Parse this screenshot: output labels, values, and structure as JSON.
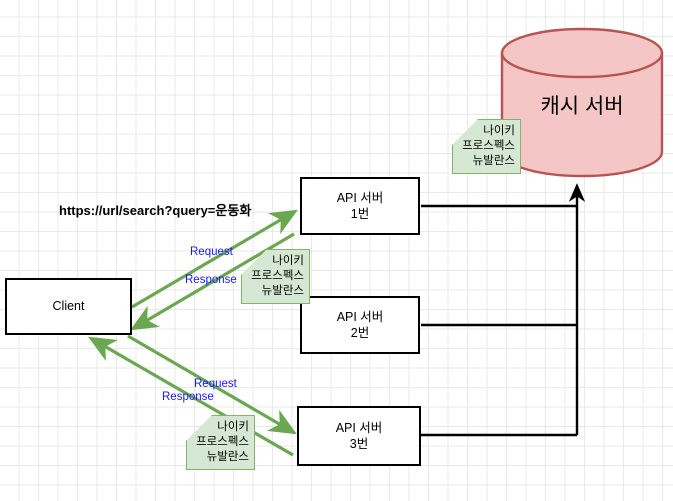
{
  "diagram": {
    "title_text": "캐시 서버",
    "url_label": "https://url/search?query=운동화",
    "nodes": {
      "client": {
        "label": "Client"
      },
      "api1": {
        "line1": "API 서버",
        "line2": "1번"
      },
      "api2": {
        "line1": "API 서버",
        "line2": "2번"
      },
      "api3": {
        "line1": "API 서버",
        "line2": "3번"
      },
      "cache": {
        "label": "캐시 서버"
      }
    },
    "notes": {
      "note_cache": {
        "line1": "나이키",
        "line2": "프로스펙스",
        "line3": "뉴발란스"
      },
      "note_api1": {
        "line1": "나이키",
        "line2": "프로스펙스",
        "line3": "뉴발란스"
      },
      "note_api3": {
        "line1": "나이키",
        "line2": "프로스펙스",
        "line3": "뉴발란스"
      }
    },
    "edge_labels": {
      "top_request": "Request",
      "top_response": "Response",
      "bottom_request": "Request",
      "bottom_response": "Response"
    },
    "colors": {
      "cache_fill": "#f5c6c6",
      "cache_stroke": "#b85450",
      "note_fill": "#d5e8d4",
      "note_stroke": "#82b366",
      "arrow_green": "#6aa84f",
      "label_blue": "#1a18ff",
      "box_stroke": "#000000",
      "grid_line": "#e8e8e8"
    }
  }
}
